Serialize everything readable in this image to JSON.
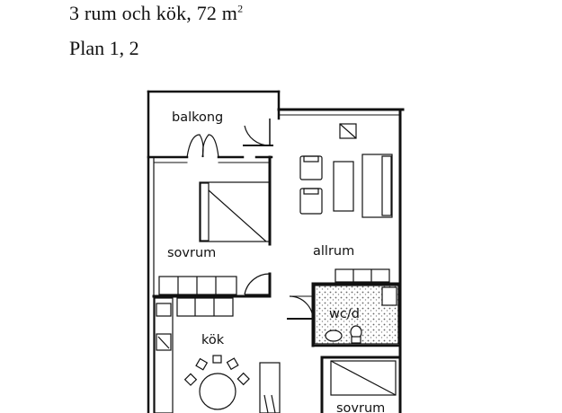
{
  "header": {
    "title": "3 rum och kök, 72 m",
    "title_superscript": "2",
    "plan": "Plan 1, 2"
  },
  "rooms": {
    "balkong": "balkong",
    "sovrum_1": "sovrum",
    "allrum": "allrum",
    "wc": "wc/d",
    "kok": "kök",
    "sovrum_2": "sovrum"
  },
  "colors": {
    "wall": "#111111",
    "background": "#ffffff"
  }
}
